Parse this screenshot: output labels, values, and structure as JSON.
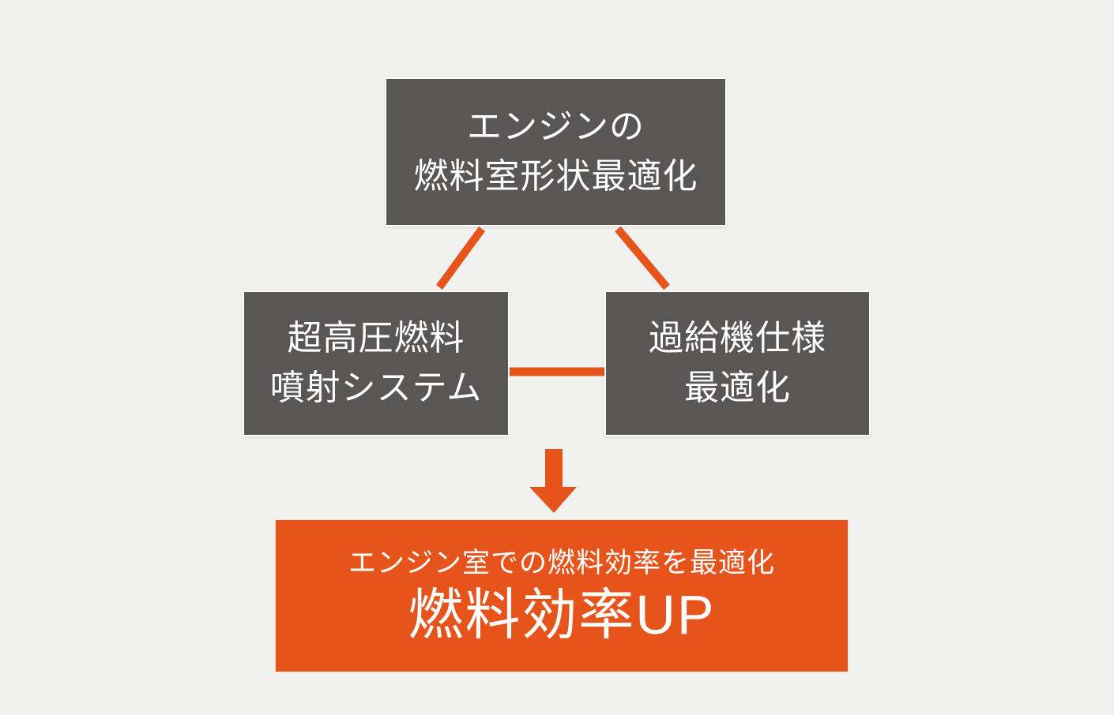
{
  "colors": {
    "background": "#F1F2F0",
    "node_fill": "#595656",
    "accent_orange": "#E6541C",
    "text": "#FFFFFF"
  },
  "icons": {
    "down_arrow": "down-block-arrow"
  },
  "diagram": {
    "nodes": [
      {
        "id": "engine-chamber",
        "line1": "エンジンの",
        "line2": "燃料室形状最適化"
      },
      {
        "id": "fuel-injection",
        "line1": "超高圧燃料",
        "line2": "噴射システム"
      },
      {
        "id": "turbocharger",
        "line1": "過給機仕様",
        "line2": "最適化"
      }
    ],
    "result": {
      "subtitle": "エンジン室での燃料効率を最適化",
      "title": "燃料効率UP"
    }
  }
}
